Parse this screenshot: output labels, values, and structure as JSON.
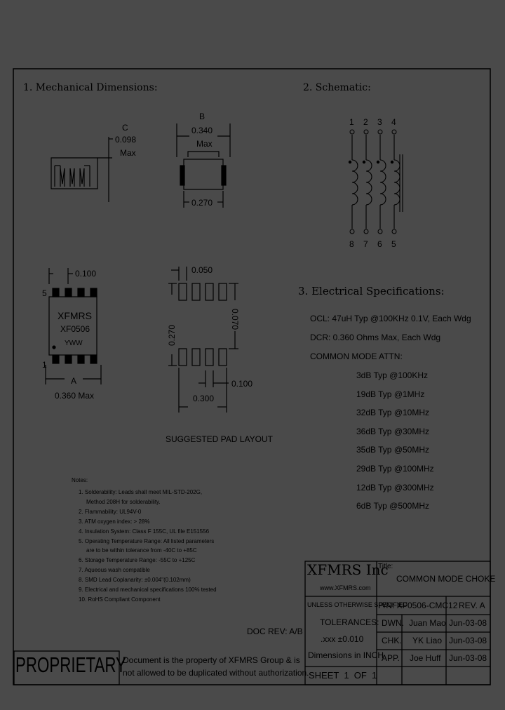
{
  "sections": {
    "mechanical": "1. Mechanical Dimensions:",
    "schematic": "2. Schematic:",
    "electrical": "3. Electrical Specifications:"
  },
  "dims": {
    "c_label": "C",
    "c_value": "0.098",
    "c_max": "Max",
    "b_label": "B",
    "b_value": "0.340",
    "b_max": "Max",
    "b_bottom": "0.270",
    "top_pitch": "0.100",
    "pin5": "5",
    "pin1": "1",
    "chip_brand": "XFMRS",
    "chip_part": "XF0506",
    "chip_date": "YWW",
    "a_label": "A",
    "a_value": "0.360 Max",
    "pad_top": "0.050",
    "pad_left": "0.270",
    "pad_right": "0.070",
    "pad_bottom": "0.100",
    "pad_width": "0.300",
    "pad_caption": "SUGGESTED PAD LAYOUT"
  },
  "schematic": {
    "pins_top": [
      "1",
      "2",
      "3",
      "4"
    ],
    "pins_bottom": [
      "8",
      "7",
      "6",
      "5"
    ]
  },
  "electrical": {
    "ocl": "OCL: 47uH Typ @100KHz 0.1V, Each Wdg",
    "dcr": "DCR: 0.360 Ohms Max, Each Wdg",
    "cm_title": "COMMON MODE ATTN:",
    "attn": [
      "3dB Typ @100KHz",
      "19dB Typ @1MHz",
      "32dB Typ @10MHz",
      "36dB Typ @30MHz",
      "35dB Typ @50MHz",
      "29dB Typ @100MHz",
      "12dB Typ @300MHz",
      "6dB Typ @500MHz"
    ]
  },
  "notes": {
    "title": "Notes:",
    "lines": [
      "1. Solderability: Leads shall meet MIL-STD-202G,",
      "Method 208H for solderability.",
      "2. Flammability: UL94V-0",
      "3. ATM oxygen index: > 28%",
      "4. Insulation System: Class F 155C, UL file E151556",
      "5. Operating Temperature Range: All listed parameters",
      "are to be within tolerance from -40C to +85C",
      "6. Storage Temperature Range: -55C to +125C",
      "7. Aqueous wash compatible",
      "8. SMD Lead Coplanarity: ±0.004\"(0.102mm)",
      "9. Electrical and mechanical specifications 100% tested",
      "10. RoHS Compliant Component"
    ]
  },
  "doc_rev": "DOC REV: A/B",
  "title_block": {
    "company": "XFMRS Inc",
    "website": "www.XFMRS.com",
    "title_label": "Title:",
    "title": "COMMON MODE CHOKE",
    "tol1": "UNLESS OTHERWISE SPECIFIED",
    "tol2": "TOLERANCES:",
    "tol3": ".xxx ±0.010",
    "tol4": "Dimensions in INCH",
    "pn": "P/N: XF0506-CMC12",
    "rev": "REV. A",
    "dwn_label": "DWN.",
    "dwn_name": "Juan Mao",
    "dwn_date": "Jun-03-08",
    "chk_label": "CHK.",
    "chk_name": "YK Liao",
    "chk_date": "Jun-03-08",
    "app_label": "APP.",
    "app_name": "Joe Huff",
    "app_date": "Jun-03-08",
    "sheet": "SHEET  1  OF  1"
  },
  "proprietary": {
    "word": "PROPRIETARY",
    "line1": "Document is the property of XFMRS Group & is",
    "line2": "not allowed to be duplicated without authorization."
  }
}
